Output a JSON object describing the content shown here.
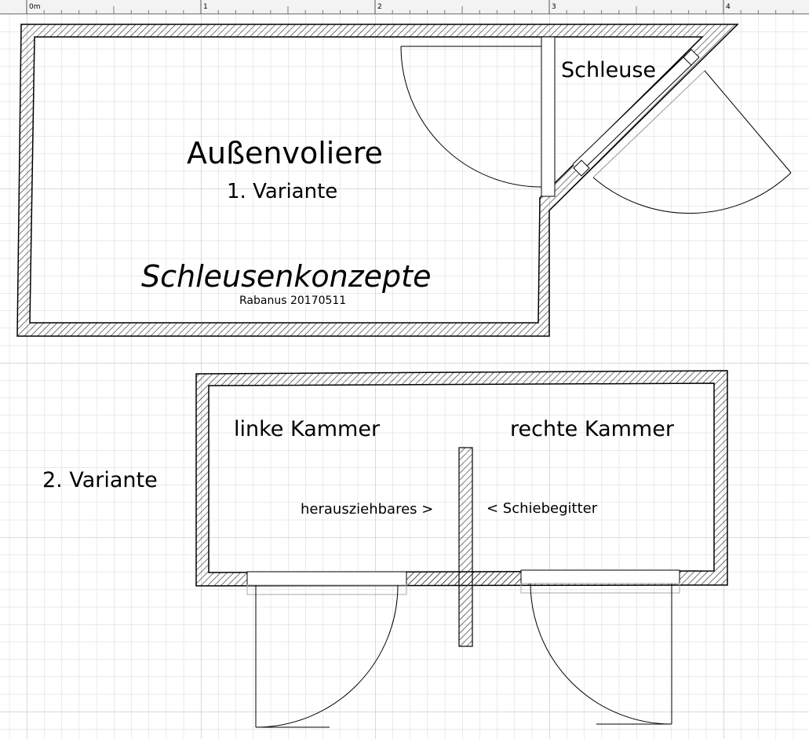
{
  "ruler": {
    "ticks": [
      "0m",
      "1",
      "2",
      "3",
      "4"
    ]
  },
  "variant1": {
    "title": "Außenvoliere",
    "subtitle": "1. Variante",
    "lock_label": "Schleuse",
    "concept_title": "Schleusenkonzepte",
    "author": "Rabanus 20170511"
  },
  "variant2": {
    "label": "2. Variante",
    "left_chamber": "linke Kammer",
    "right_chamber": "rechte Kammer",
    "pullout_label": "herausziehbares >",
    "slide_label": "< Schiebegitter"
  },
  "colors": {
    "grid_minor": "#d6d6d6",
    "grid_major": "#b4b4b4",
    "wall_hatch": "#222222",
    "door_swing": "#000000"
  }
}
